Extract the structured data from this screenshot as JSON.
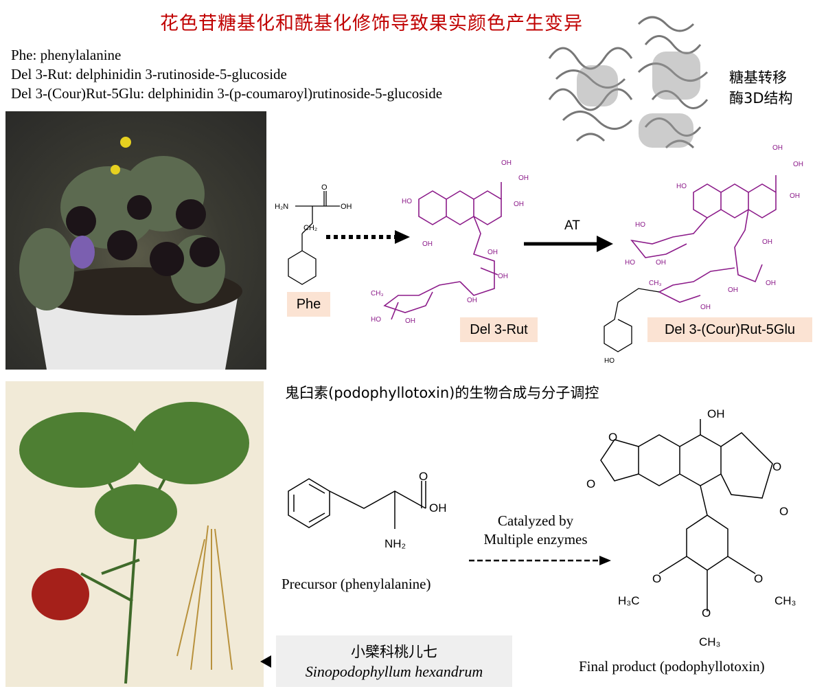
{
  "top_section": {
    "title": "花色苷糖基化和酰基化修饰导致果实颜色产生变异",
    "definitions": [
      "Phe: phenylalanine",
      "Del 3-Rut: delphinidin 3-rutinoside-5-glucoside",
      "Del 3-(Cour)Rut-5Glu: delphinidin 3-(p-coumaroyl)rutinoside-5-glucoside"
    ],
    "protein_label_line1": "糖基转移",
    "protein_label_line2": "酶3D结构",
    "phe_label": "Phe",
    "del_rut_label": "Del 3-Rut",
    "enzyme_label": "AT",
    "del_cour_label": "Del 3-(Cour)Rut-5Glu",
    "colors": {
      "title": "#c00000",
      "structure": "#8b1a89",
      "label_bg": "#fbe3d3"
    }
  },
  "bottom_section": {
    "title": "鬼臼素(podophyllotoxin)的生物合成与分子调控",
    "precursor_label": "Precursor (phenylalanine)",
    "arrow_label_line1": "Catalyzed by",
    "arrow_label_line2": "Multiple enzymes",
    "product_label": "Final product (podophyllotoxin)",
    "plant_name_cn": "小檗科桃儿七",
    "plant_name_latin": "Sinopodophyllum hexandrum",
    "atoms": {
      "oh": "OH",
      "o": "O",
      "nh2": "NH2",
      "h3co": "H3C",
      "ch3": "CH3"
    }
  }
}
